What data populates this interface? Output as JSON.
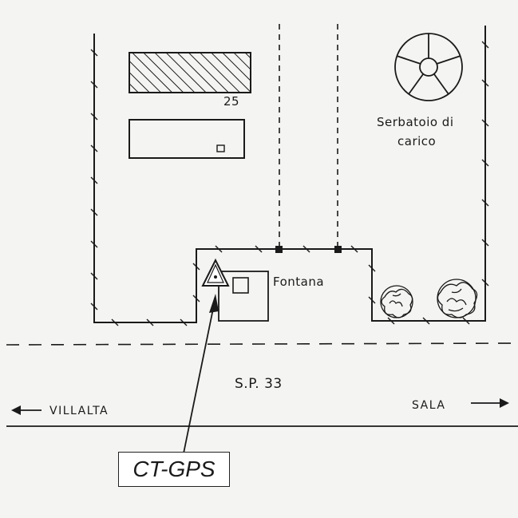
{
  "map": {
    "building_number": "25",
    "tank_label_line1": "Serbatoio di",
    "tank_label_line2": "carico",
    "fountain_label": "Fontana",
    "road_label": "S.P. 33",
    "direction_left": "VILLALTA",
    "direction_right": "SALA",
    "station_label": "CT-GPS",
    "icons": {
      "station": "triangle-survey-marker-icon",
      "tank": "circular-tank-icon",
      "trees": "tree-icon"
    }
  }
}
